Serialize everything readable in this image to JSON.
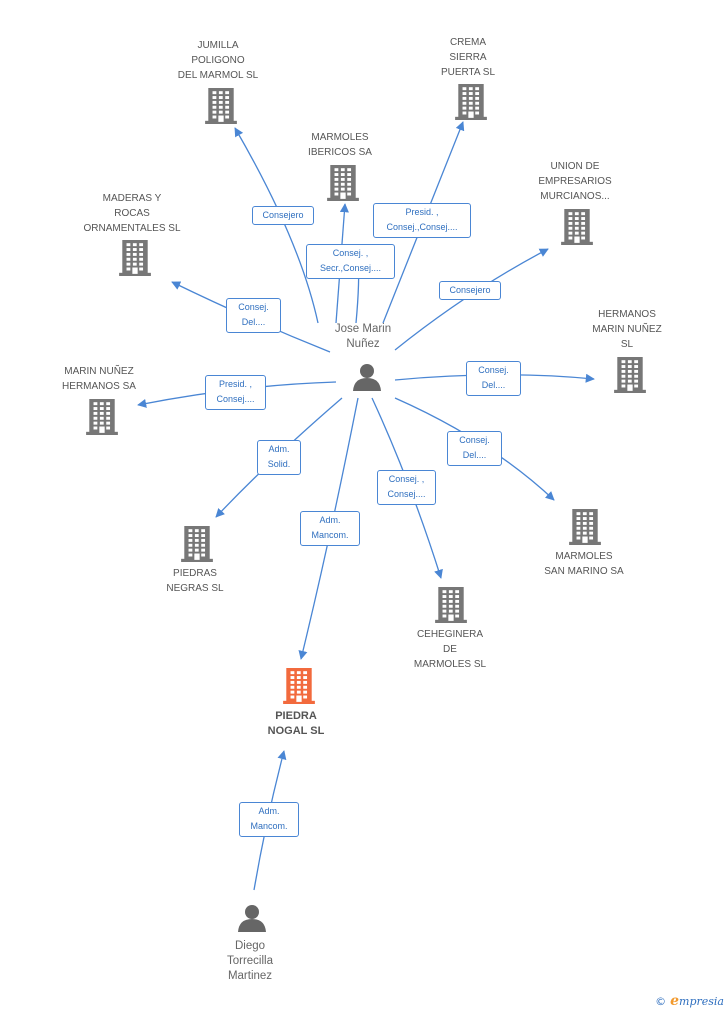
{
  "colors": {
    "edge": "#4a86d4",
    "building": "#777777",
    "focus_building": "#f26a3d",
    "person": "#666666"
  },
  "persons": [
    {
      "id": "jose",
      "name": "Jose Marin\nNuñez"
    },
    {
      "id": "diego",
      "name": "Diego\nTorrecilla\nMartinez"
    }
  ],
  "focus_company": {
    "name": "PIEDRA\nNOGAL SL",
    "icon": "building-icon"
  },
  "companies": [
    {
      "id": "jumilla",
      "name": "JUMILLA\nPOLIGONO\nDEL MARMOL SL",
      "icon": "building-icon"
    },
    {
      "id": "crema",
      "name": "CREMA\nSIERRA\nPUERTA SL",
      "icon": "building-icon"
    },
    {
      "id": "ibericos",
      "name": "MARMOLES\nIBERICOS SA",
      "icon": "building-icon"
    },
    {
      "id": "union",
      "name": "UNION DE\nEMPRESARIOS\nMURCIANOS...",
      "icon": "building-icon"
    },
    {
      "id": "maderas",
      "name": "MADERAS Y\nROCAS\nORNAMENTALES SL",
      "icon": "building-icon"
    },
    {
      "id": "hermanos_mn",
      "name": "HERMANOS\nMARIN NUÑEZ\nSL",
      "icon": "building-icon"
    },
    {
      "id": "marin_hermanos",
      "name": "MARIN NUÑEZ\nHERMANOS SA",
      "icon": "building-icon"
    },
    {
      "id": "piedras",
      "name": "PIEDRAS\nNEGRAS SL",
      "icon": "building-icon"
    },
    {
      "id": "sanmarino",
      "name": "MARMOLES\nSAN MARINO SA",
      "icon": "building-icon"
    },
    {
      "id": "ceheginera",
      "name": "CEHEGINERA\nDE\nMARMOLES  SL",
      "icon": "building-icon"
    }
  ],
  "roles": [
    {
      "id": "r_jumilla",
      "label": "Consejero"
    },
    {
      "id": "r_ibericos",
      "label": "Consej. ,\nSecr.,Consej...."
    },
    {
      "id": "r_crema",
      "label": "Presid. ,\nConsej.,Consej...."
    },
    {
      "id": "r_union",
      "label": "Consejero"
    },
    {
      "id": "r_maderas",
      "label": "Consej.\nDel...."
    },
    {
      "id": "r_hermanos",
      "label": "Consej.\nDel...."
    },
    {
      "id": "r_marin",
      "label": "Presid. ,\nConsej...."
    },
    {
      "id": "r_sanmarino",
      "label": "Consej.\nDel...."
    },
    {
      "id": "r_piedras",
      "label": "Adm.\nSolid."
    },
    {
      "id": "r_ceheginera",
      "label": "Consej. ,\nConsej...."
    },
    {
      "id": "r_focus_jose",
      "label": "Adm.\nMancom."
    },
    {
      "id": "r_focus_diego",
      "label": "Adm.\nMancom."
    }
  ],
  "brand": {
    "copyright": "©",
    "initial": "e",
    "rest": "mpresia"
  }
}
